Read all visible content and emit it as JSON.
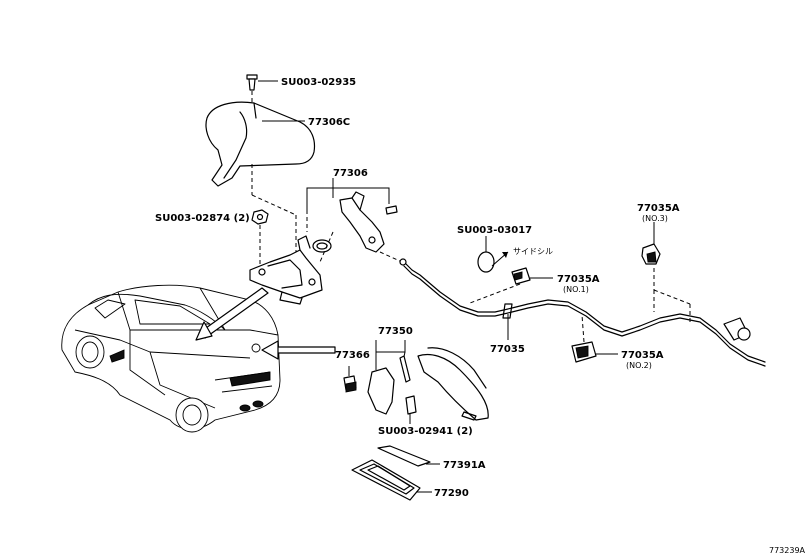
{
  "labels": {
    "su0003_02935": "SU003-02935",
    "p77306c": "77306C",
    "p77306": "77306",
    "su0003_02874": "SU003-02874 (2)",
    "su0003_03017": "SU003-03017",
    "side_sill": "サイドシル",
    "p77035a_no1": "77035A",
    "p77035a_no1_sub": "(NO.1)",
    "p77035a_no3": "77035A",
    "p77035a_no3_sub": "(NO.3)",
    "p77035": "77035",
    "p77035a_no2": "77035A",
    "p77035a_no2_sub": "(NO.2)",
    "p77350": "77350",
    "p77366": "77366",
    "su0003_02941": "SU003-02941 (2)",
    "p77391a": "77391A",
    "p77290": "77290",
    "figure_code": "773239A"
  }
}
